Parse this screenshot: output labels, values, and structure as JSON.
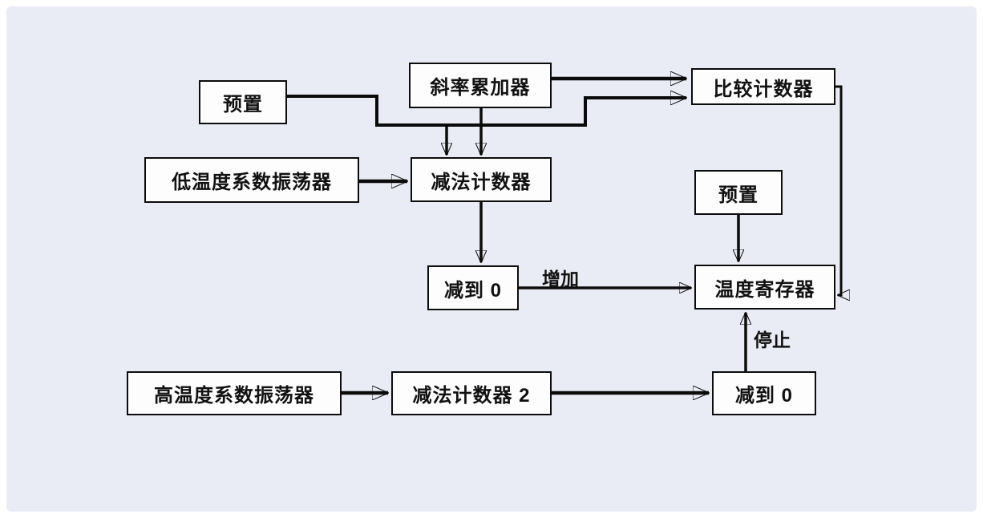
{
  "page": {
    "bg": "#ffffff",
    "panel_bg": "#e9ecf5",
    "line_color": "#0b0b0b",
    "box_fill": "#fdfdfd",
    "box_border": "#0c0c0c"
  },
  "diagram": {
    "nodes": [
      {
        "id": "preset-1",
        "label": "预置"
      },
      {
        "id": "slope-accumulator",
        "label": "斜率累加器"
      },
      {
        "id": "compare-counter",
        "label": "比较计数器"
      },
      {
        "id": "low-temp-oscillator",
        "label": "低温度系数振荡器"
      },
      {
        "id": "subtract-counter-1",
        "label": "减法计数器"
      },
      {
        "id": "preset-2",
        "label": "预置"
      },
      {
        "id": "decrement-to-zero-1",
        "label": "减到 0"
      },
      {
        "id": "temperature-register",
        "label": "温度寄存器"
      },
      {
        "id": "high-temp-oscillator",
        "label": "高温度系数振荡器"
      },
      {
        "id": "subtract-counter-2",
        "label": "减法计数器 2"
      },
      {
        "id": "decrement-to-zero-2",
        "label": "减到 0"
      }
    ],
    "edge_labels": {
      "increase": "增加",
      "stop": "停止"
    },
    "edges": [
      {
        "from": "preset-1",
        "to": "subtract-counter-1",
        "label": ""
      },
      {
        "from": "preset-1",
        "to": "compare-counter",
        "label": ""
      },
      {
        "from": "slope-accumulator",
        "to": "subtract-counter-1",
        "label": ""
      },
      {
        "from": "slope-accumulator",
        "to": "compare-counter",
        "label": ""
      },
      {
        "from": "low-temp-oscillator",
        "to": "subtract-counter-1",
        "label": ""
      },
      {
        "from": "subtract-counter-1",
        "to": "decrement-to-zero-1",
        "label": ""
      },
      {
        "from": "decrement-to-zero-1",
        "to": "temperature-register",
        "label": "增加"
      },
      {
        "from": "preset-2",
        "to": "temperature-register",
        "label": ""
      },
      {
        "from": "compare-counter",
        "to": "temperature-register",
        "label": ""
      },
      {
        "from": "high-temp-oscillator",
        "to": "subtract-counter-2",
        "label": ""
      },
      {
        "from": "subtract-counter-2",
        "to": "decrement-to-zero-2",
        "label": ""
      },
      {
        "from": "decrement-to-zero-2",
        "to": "temperature-register",
        "label": "停止"
      }
    ]
  }
}
